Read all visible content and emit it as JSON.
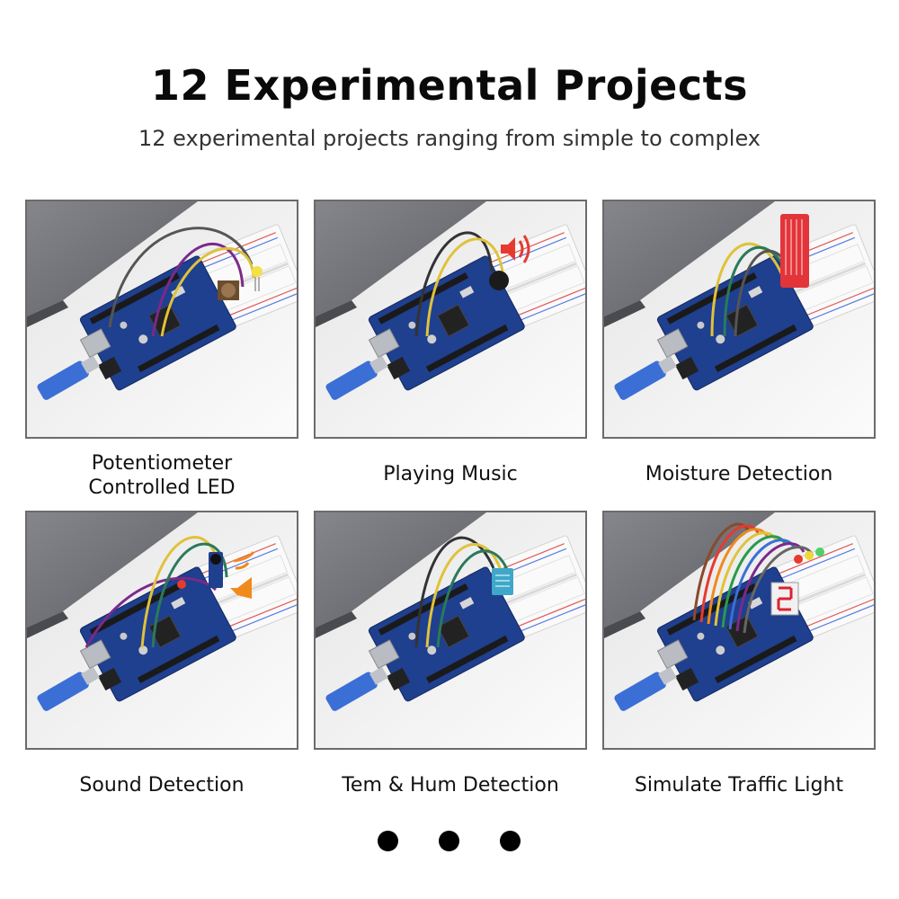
{
  "header": {
    "title": "12 Experimental Projects",
    "subtitle": "12 experimental projects ranging from simple to complex"
  },
  "projects": [
    {
      "label_line1": "Potentiometer",
      "label_line2": "Controlled LED",
      "icon": "led-icon"
    },
    {
      "label_line1": "Playing Music",
      "label_line2": "",
      "icon": "speaker-icon"
    },
    {
      "label_line1": "Moisture Detection",
      "label_line2": "",
      "icon": "water-sensor-icon"
    },
    {
      "label_line1": "Sound Detection",
      "label_line2": "",
      "icon": "speaker-icon"
    },
    {
      "label_line1": "Tem & Hum Detection",
      "label_line2": "",
      "icon": "dht-sensor-icon"
    },
    {
      "label_line1": "Simulate Traffic Light",
      "label_line2": "",
      "icon": "seven-segment-icon"
    }
  ],
  "pagination": {
    "dot_count": 3,
    "active_index": 0
  },
  "colors": {
    "board": "#1f3f8f",
    "laptop": "#6f7076",
    "breadboard": "#f7f7f7",
    "usb": "#3b6fd6",
    "speaker_red": "#e63a2e",
    "speaker_orange": "#f08a1c",
    "sensor_red": "#e3343a",
    "dht_blue": "#3fa7c9"
  }
}
